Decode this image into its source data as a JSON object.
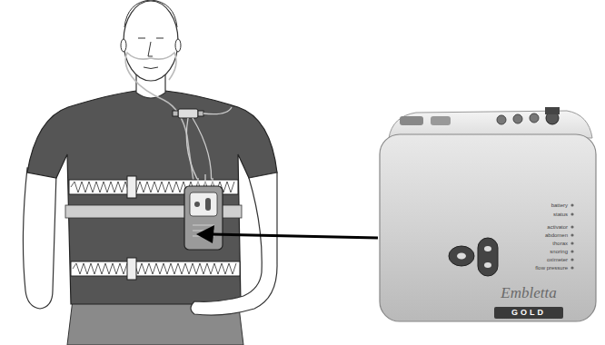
{
  "diagram": {
    "labels": [
      "battery",
      "status",
      "activator",
      "abdomen",
      "thorax",
      "snoring",
      "oximeter",
      "flow pressure",
      "Embletta",
      "GOLD"
    ]
  }
}
